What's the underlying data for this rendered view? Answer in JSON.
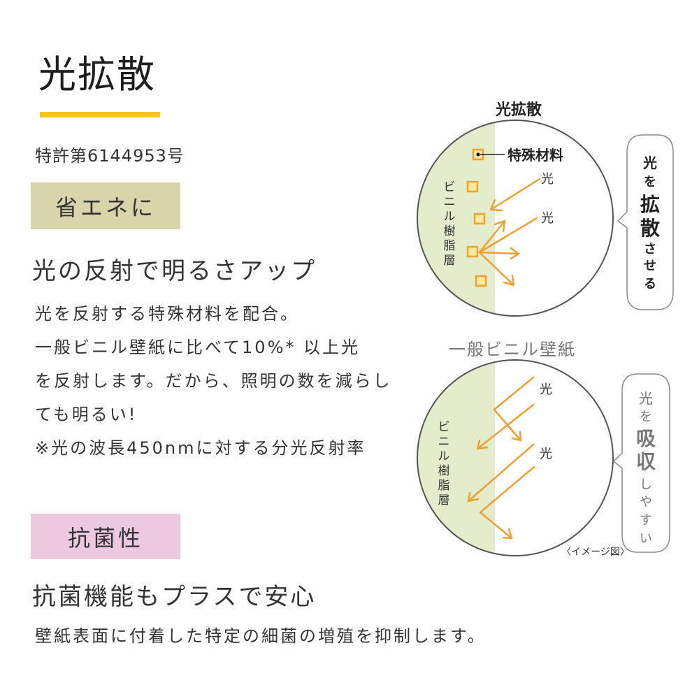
{
  "header": {
    "title": "光拡散",
    "patent": "特許第6144953号"
  },
  "section_energy": {
    "tag": "省エネに",
    "heading": "光の反射で明るさアップ",
    "body_lines": [
      "光を反射する特殊材料を配合。",
      "一般ビニル壁紙に比べて10%* 以上光",
      "を反射します。だから、照明の数を減らし",
      "ても明るい!",
      "※光の波長450nmに対する分光反射率"
    ]
  },
  "section_antibacterial": {
    "tag": "抗菌性",
    "heading": "抗菌機能もプラスで安心",
    "body": "壁紙表面に付着した特定の細菌の増殖を抑制します。"
  },
  "diagram_diffusion": {
    "title": "光拡散",
    "material_label": "特殊材料",
    "layer_label": "ビニル樹脂層",
    "light_label_1": "光",
    "light_label_2": "光",
    "bubble": [
      "光",
      "を",
      "拡",
      "散",
      "さ",
      "せ",
      "る"
    ]
  },
  "diagram_general": {
    "title": "一般ビニル壁紙",
    "layer_label": "ビニル樹脂層",
    "light_label_1": "光",
    "light_label_2": "光",
    "bubble": [
      "光",
      "を",
      "吸",
      "収",
      "し",
      "や",
      "す",
      "い"
    ],
    "caption": "〈イメージ図〉"
  },
  "colors": {
    "accent_underline": "#f5c517",
    "tag_energy_bg": "#d8d5ab",
    "tag_antibacterial_bg": "#ecc9df",
    "resin_layer": "#e3edcc",
    "arrow": "#f0a030",
    "material_fill": "#fbe9a0",
    "material_stroke": "#f0a030"
  }
}
